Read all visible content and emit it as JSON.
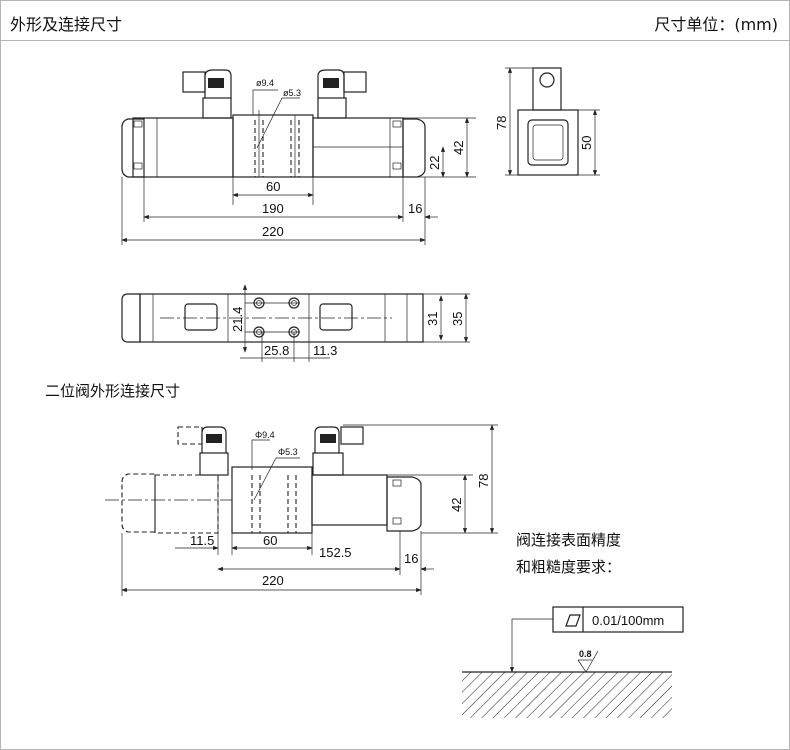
{
  "header": {
    "title": "外形及连接尺寸",
    "unit_label": "尺寸单位：(mm)"
  },
  "view_top": {
    "dims": {
      "port_large": "ø9.4",
      "port_small": "ø5.3",
      "center_block": "60",
      "body": "190",
      "overall": "220",
      "cap": "16",
      "height_42": "42",
      "height_22": "22"
    }
  },
  "view_side": {
    "dims": {
      "height": "78",
      "flange": "50"
    }
  },
  "view_plan": {
    "dims": {
      "port_pitch_v": "21.4",
      "port_pitch_h": "25.8",
      "port_offset": "11.3",
      "width_31": "31",
      "width_35": "35"
    }
  },
  "two_position": {
    "title": "二位阀外形连接尺寸",
    "dims": {
      "port_large": "Φ9.4",
      "port_small": "Φ5.3",
      "offset": "11.5",
      "center_block": "60",
      "body": "152.5",
      "cap": "16",
      "overall": "220",
      "height_42": "42",
      "height_78": "78"
    }
  },
  "surface": {
    "note_line1": "阀连接表面精度",
    "note_line2": "和粗糙度要求：",
    "flatness": "0.01/100mm",
    "roughness": "0.8"
  }
}
